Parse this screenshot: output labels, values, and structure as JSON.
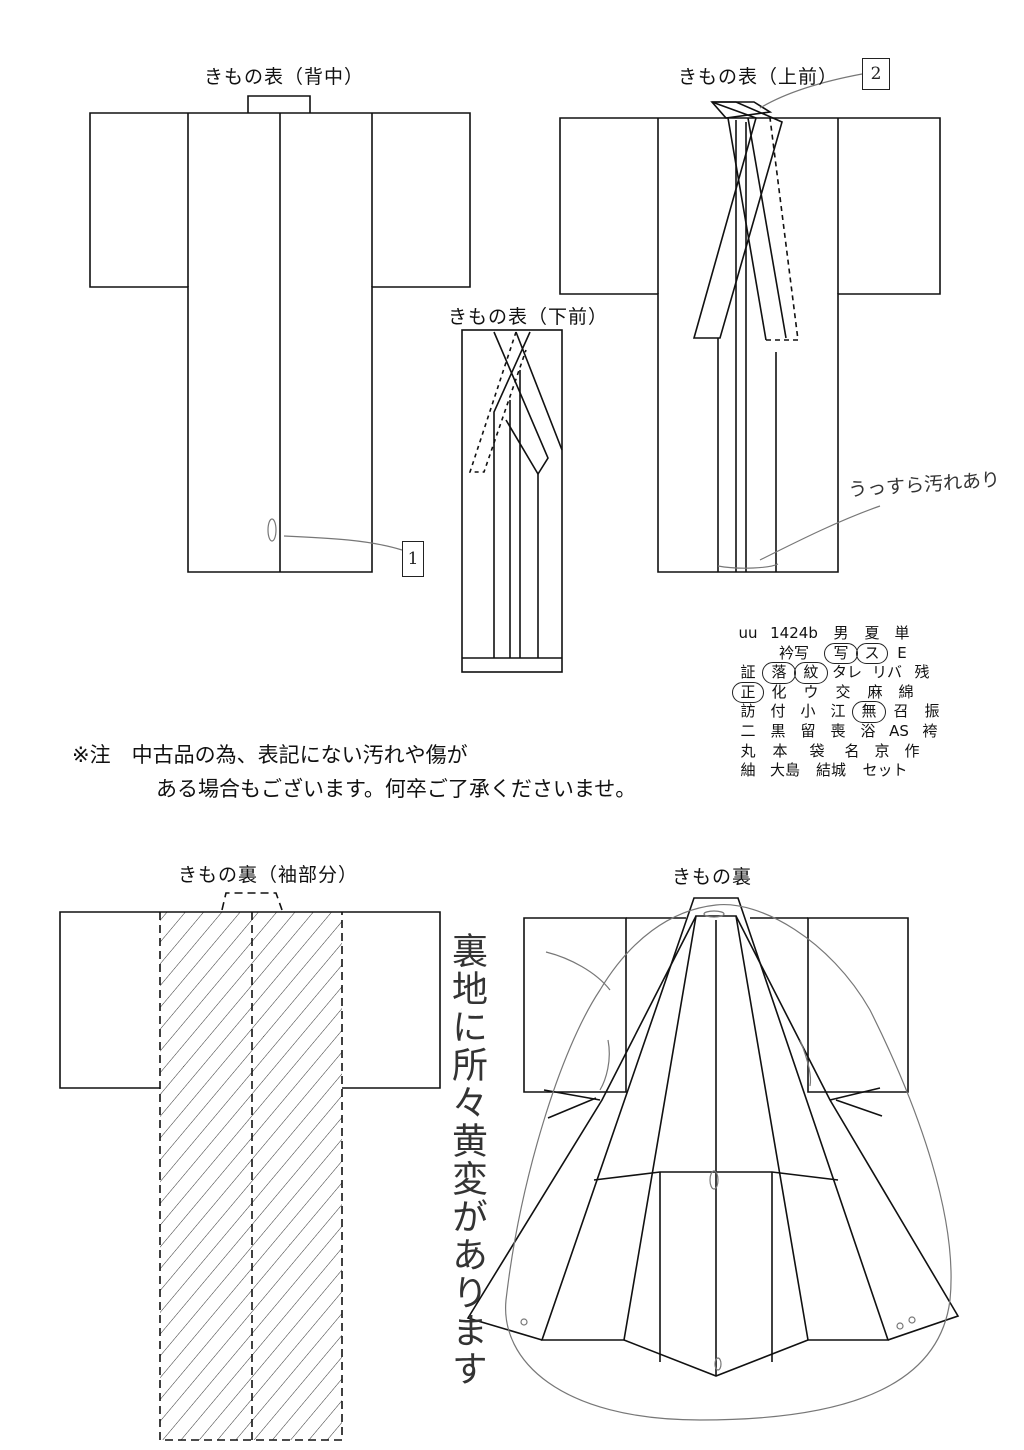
{
  "views": {
    "back": "きもの表（背中）",
    "upper_front": "きもの表（上前）",
    "lower_front": "きもの表（下前）",
    "lining_sleeve": "きもの裏（袖部分）",
    "lining": "きもの裏"
  },
  "markers": {
    "m1": "1",
    "m2": "2"
  },
  "annotations": {
    "stain": "うっすら汚れあり",
    "yellowing": "裏地に所々黄変があります"
  },
  "note": {
    "line1": "※注　中古品の為、表記にない汚れや傷が",
    "line2": "ある場合もございます。何卒ご了承くださいませ。"
  },
  "code_grid": {
    "rows": [
      [
        "uu",
        "1424b",
        "男",
        "夏",
        "単"
      ],
      [
        "",
        "衿写",
        "写",
        "ス",
        "E"
      ],
      [
        "証",
        "落",
        "紋",
        "タレ",
        "リバ",
        "残"
      ],
      [
        "正",
        "化",
        "ウ",
        "交",
        "麻",
        "綿"
      ],
      [
        "訪",
        "付",
        "小",
        "江",
        "無",
        "召",
        "振"
      ],
      [
        "二",
        "黒",
        "留",
        "喪",
        "浴",
        "AS",
        "袴"
      ],
      [
        "丸",
        "本",
        "袋",
        "名",
        "京",
        "作"
      ],
      [
        "紬",
        "大島",
        "結城",
        "セット"
      ]
    ],
    "circled": [
      "写",
      "ス",
      "落",
      "紋",
      "正",
      "無"
    ]
  }
}
